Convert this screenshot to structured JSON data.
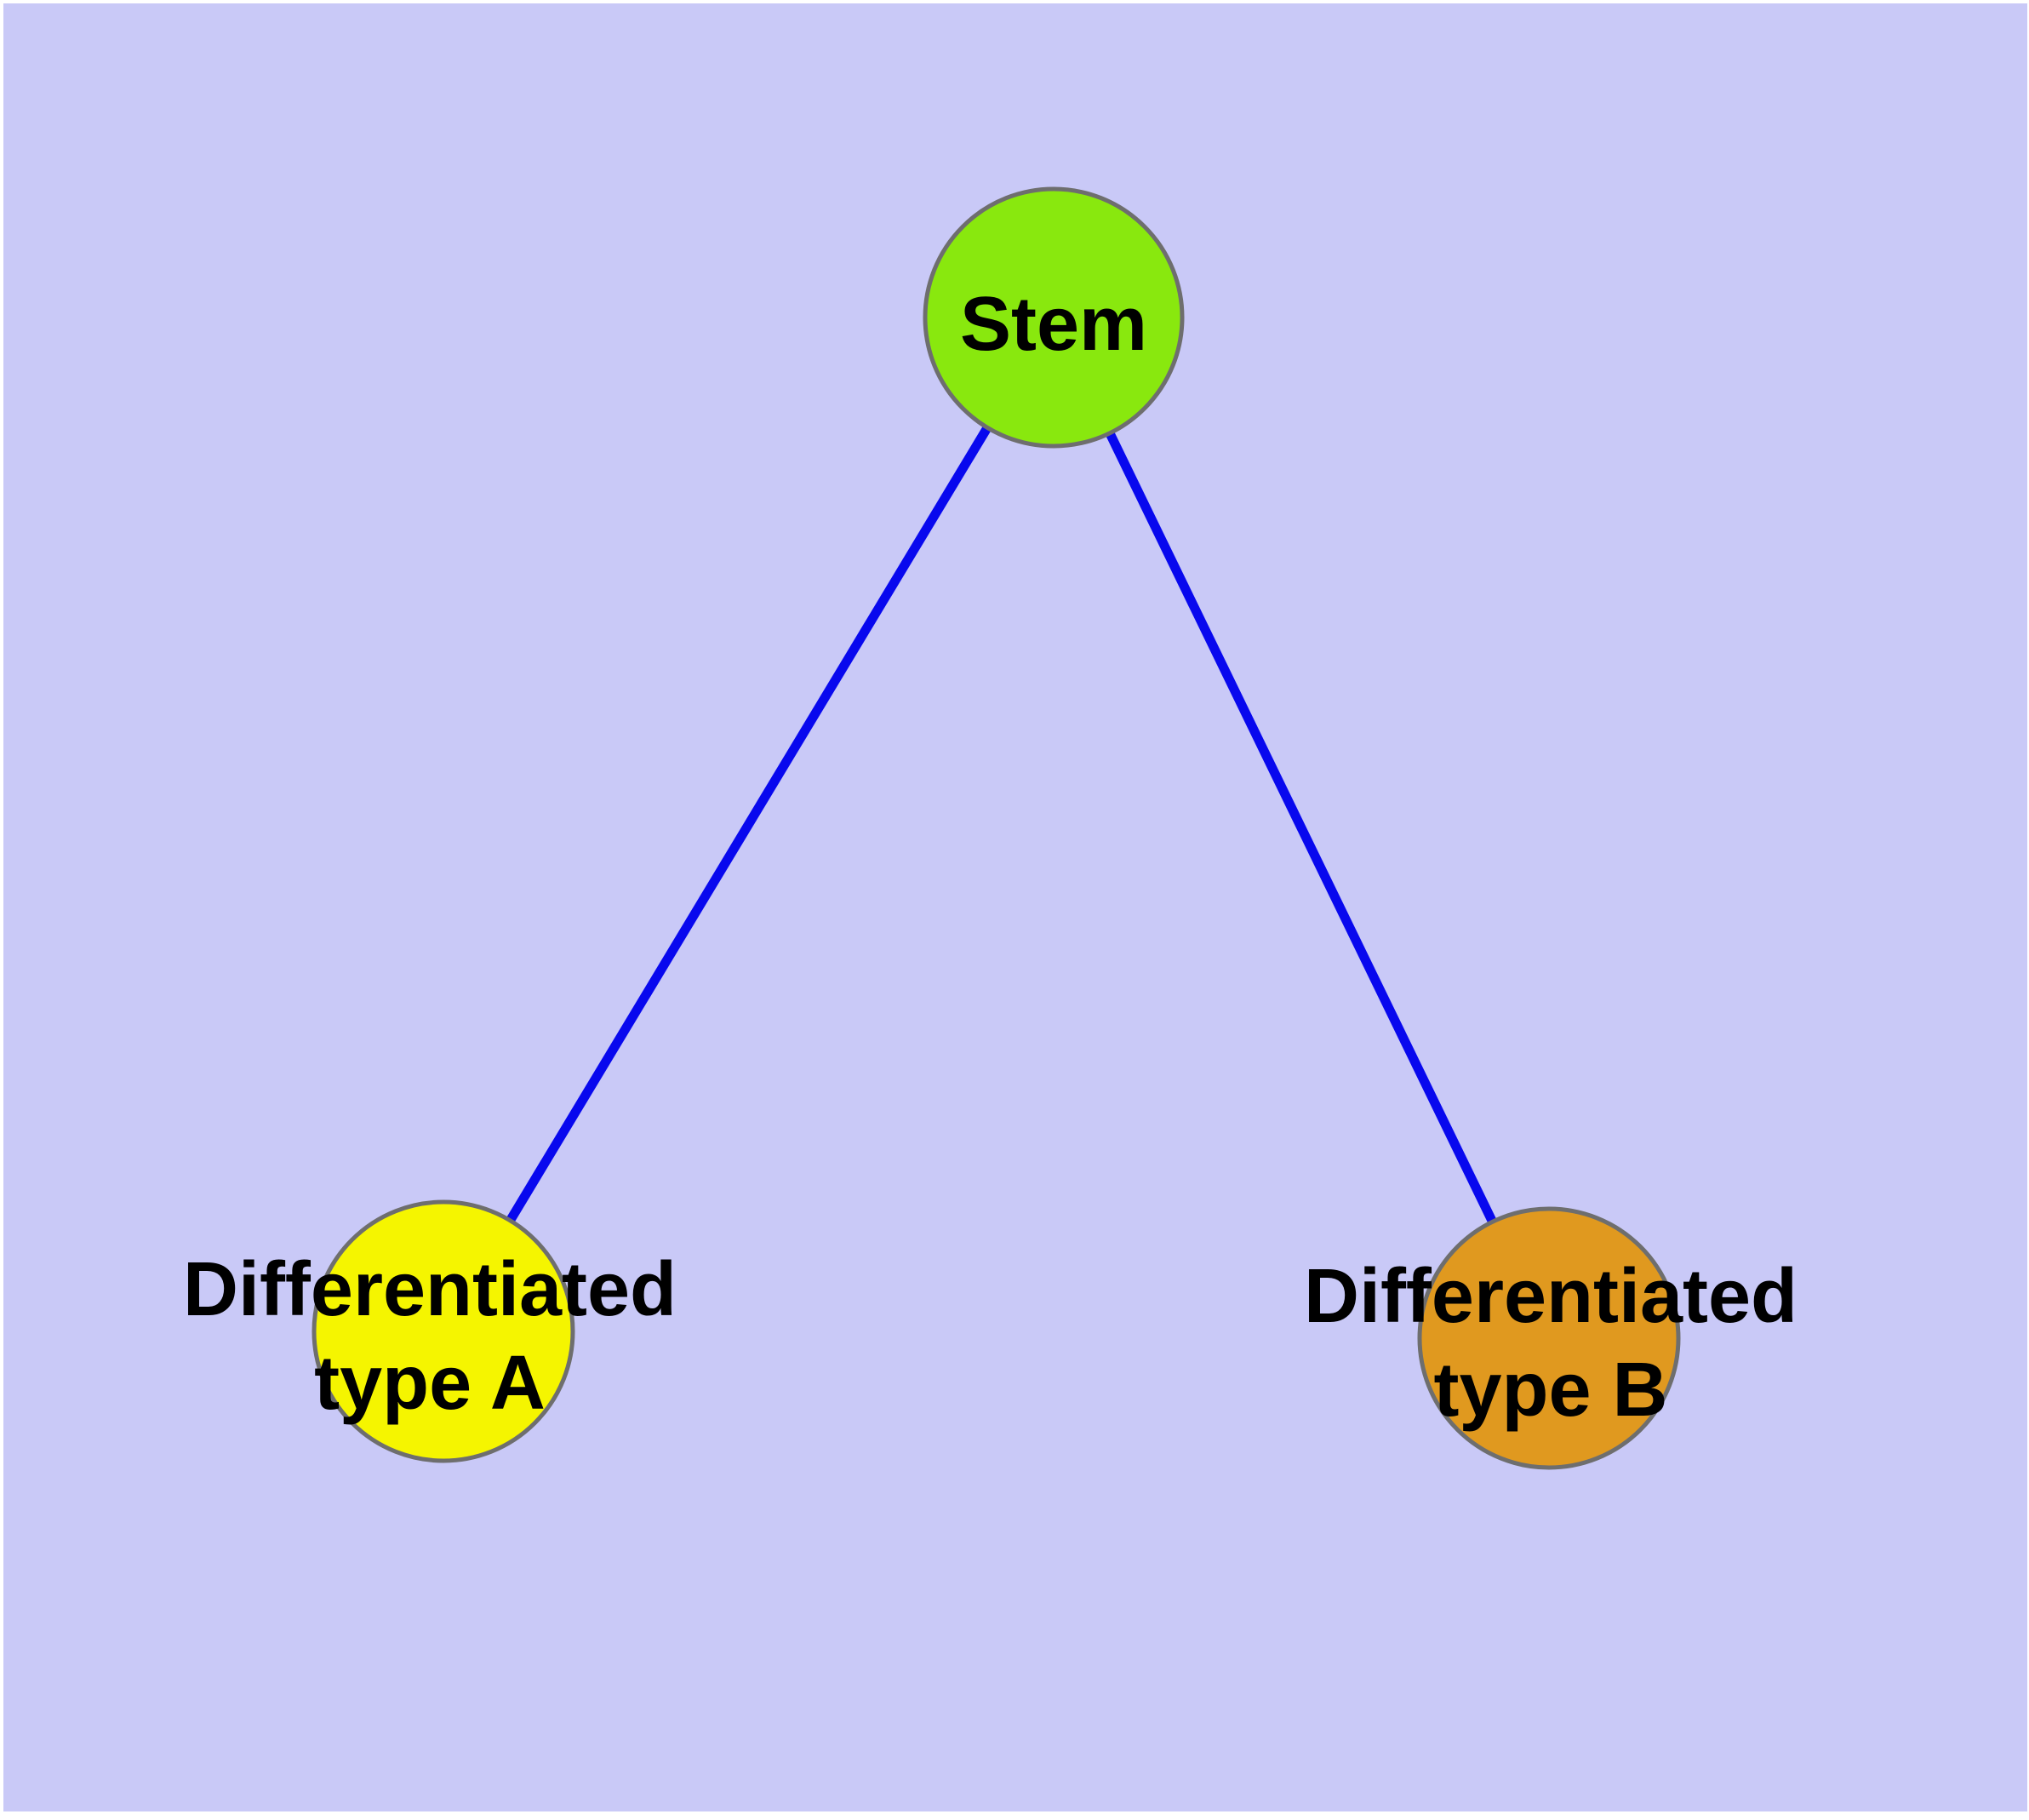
{
  "diagram": {
    "background_color": "#C9C9F7",
    "page_margin_color": "#FFFFFF",
    "node_border_color": "#6E6E6E",
    "edge_color": "#0808EE",
    "label_color": "#000000",
    "nodes": {
      "stem": {
        "label": "Stem",
        "fill_color": "#89E80E"
      },
      "type_a": {
        "label_line1": "Differentiated",
        "label_line2": "type A",
        "fill_color": "#F5F500"
      },
      "type_b": {
        "label_line1": "Differentiated",
        "label_line2": "type B",
        "fill_color": "#E0991F"
      }
    },
    "edges": [
      {
        "from": "stem",
        "to": "type_a"
      },
      {
        "from": "stem",
        "to": "type_b"
      }
    ]
  }
}
